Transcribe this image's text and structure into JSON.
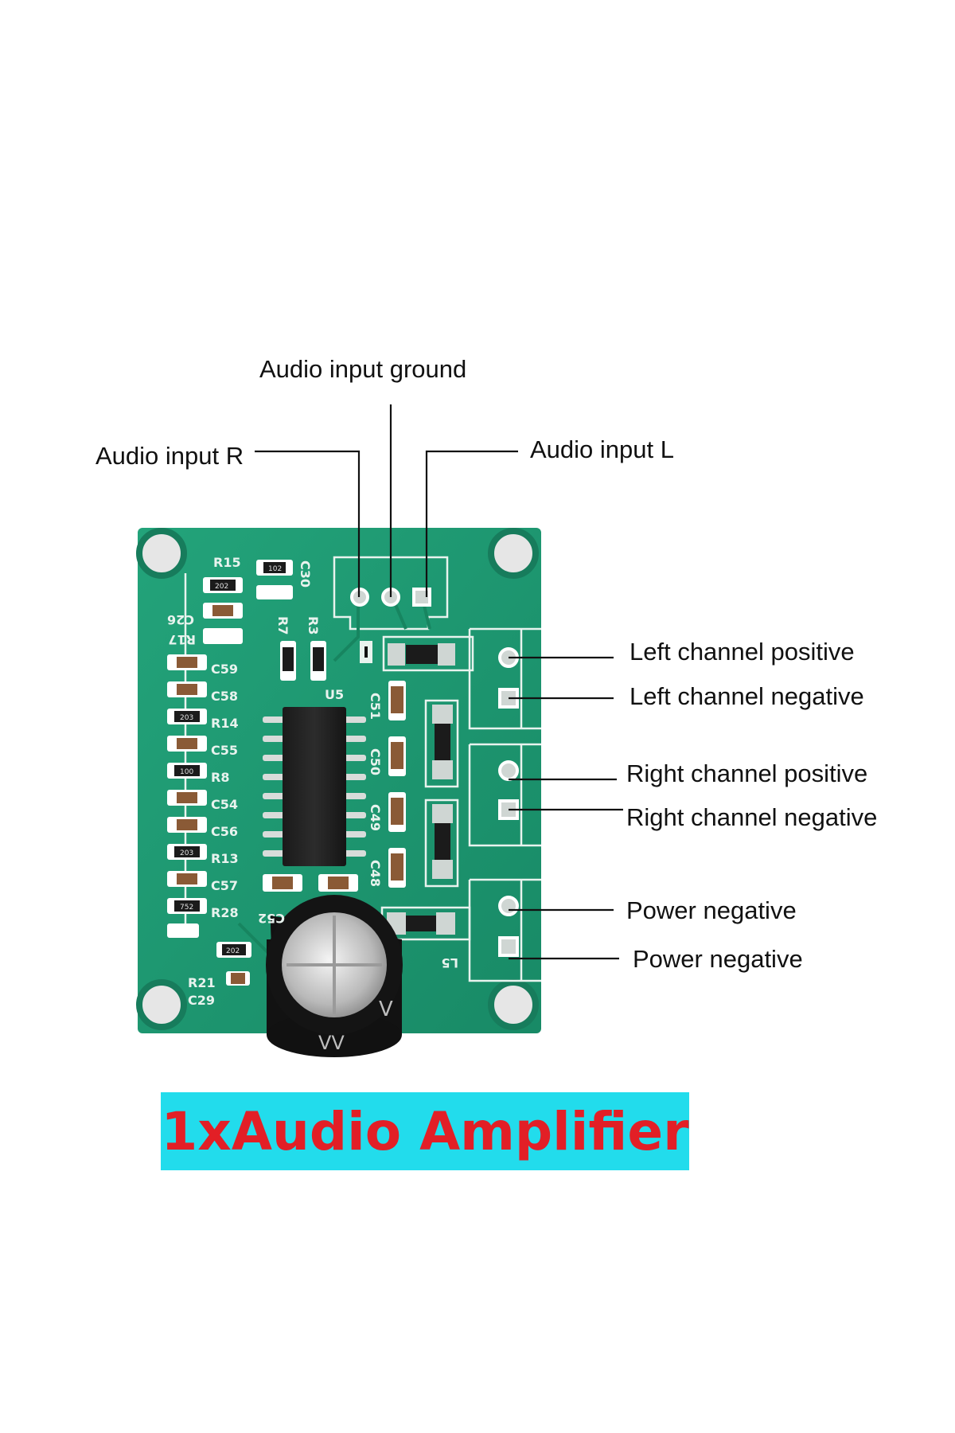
{
  "callouts": {
    "audio_input_ground": "Audio input ground",
    "audio_input_r": "Audio input R",
    "audio_input_l": "Audio input L",
    "left_channel_positive": "Left channel positive",
    "left_channel_negative": "Left channel negative",
    "right_channel_positive": "Right channel positive",
    "right_channel_negative": "Right channel negative",
    "power_negative_1": "Power negative",
    "power_negative_2": "Power negative"
  },
  "banner": {
    "text": "1xAudio Amplifier",
    "background": "#22dcec",
    "color": "#e21f26"
  },
  "board": {
    "pcb_color": "#1f9a72",
    "component_labels": [
      "R15",
      "C26",
      "R17",
      "C59",
      "C58",
      "R14",
      "C55",
      "R8",
      "C54",
      "C56",
      "R13",
      "C57",
      "R28",
      "C52",
      "R21",
      "C29",
      "C30",
      "R7",
      "R3",
      "U5",
      "C51",
      "C50",
      "C49",
      "C48",
      "L5"
    ],
    "resistor_codes": [
      "102",
      "202",
      "203",
      "100",
      "203",
      "752",
      "202"
    ]
  },
  "icons": [
    "capacitor-icon",
    "ic-chip-icon",
    "mounting-hole-icon"
  ]
}
